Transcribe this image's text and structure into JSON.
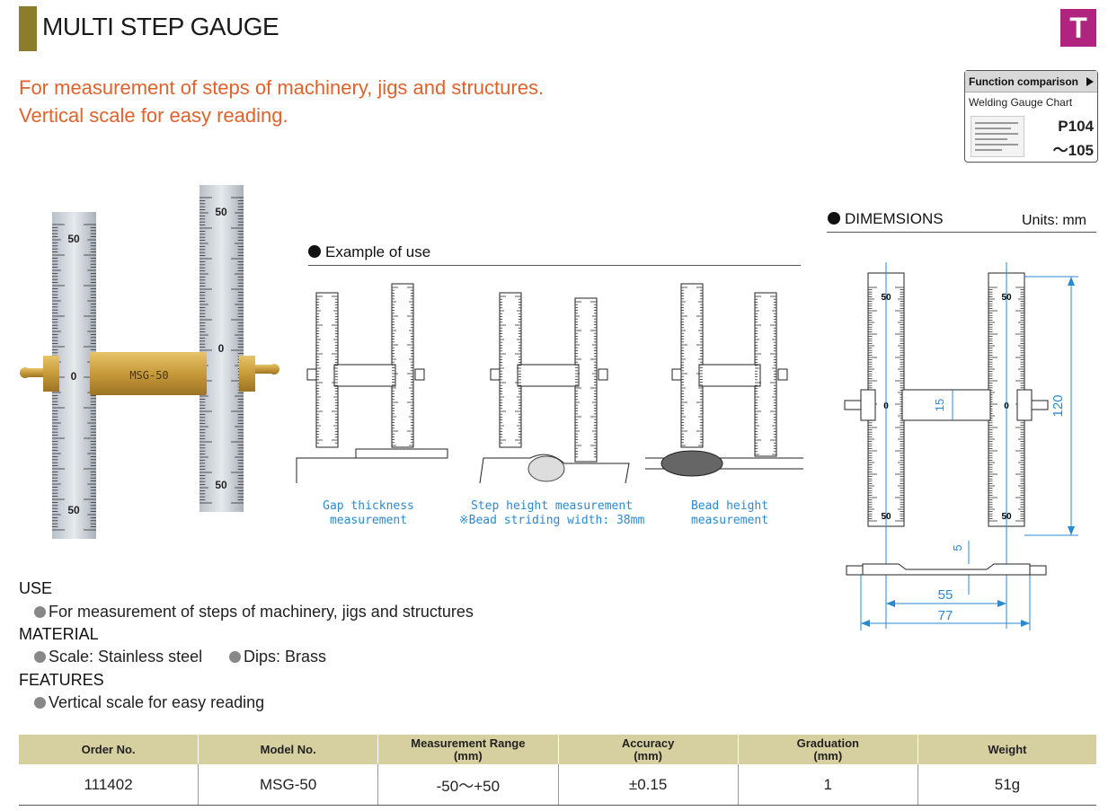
{
  "header": {
    "title": "MULTI STEP GAUGE",
    "category_badge": "T",
    "tagline_1": "For measurement of steps of machinery, jigs and structures.",
    "tagline_2": "Vertical scale for easy reading."
  },
  "function_comparison": {
    "heading": "Function comparison",
    "subtitle": "Welding Gauge Chart",
    "page_1": "P104",
    "page_2": "～105"
  },
  "photo": {
    "left_top_number": "50",
    "left_zero": "0",
    "left_bottom_number": "50",
    "right_top_number": "50",
    "right_zero": "0",
    "right_bottom_number": "50",
    "model_engraving": "MSG-50"
  },
  "example_of_use": {
    "heading": "Example of use",
    "captions": [
      {
        "line1": "Gap thickness",
        "line2": "measurement"
      },
      {
        "line1": "Step height measurement",
        "line2": "※Bead striding width: 38mm"
      },
      {
        "line1": "Bead height",
        "line2": "measurement"
      }
    ]
  },
  "dimensions": {
    "heading": "DIMEMSIONS",
    "units": "Units: mm",
    "height_label": "120",
    "span_label": "15",
    "step_label": "5",
    "inner_width_label": "55",
    "outer_width_label": "77",
    "scale_top": "50",
    "scale_zero": "0",
    "scale_bottom": "50"
  },
  "specs": {
    "use_heading": "USE",
    "use_item": "For measurement of steps of machinery, jigs and structures",
    "material_heading": "MATERIAL",
    "material_item_1": "Scale: Stainless steel",
    "material_item_2": "Dips: Brass",
    "features_heading": "FEATURES",
    "features_item": "Vertical scale for easy reading"
  },
  "table": {
    "headers": [
      {
        "line1": "Order No.",
        "line2": ""
      },
      {
        "line1": "Model No.",
        "line2": ""
      },
      {
        "line1": "Measurement Range",
        "line2": "(mm)"
      },
      {
        "line1": "Accuracy",
        "line2": "(mm)"
      },
      {
        "line1": "Graduation",
        "line2": "(mm)"
      },
      {
        "line1": "Weight",
        "line2": ""
      }
    ],
    "rows": [
      [
        "111402",
        "MSG-50",
        "-50～+50",
        "±0.15",
        "1",
        "51g"
      ]
    ]
  },
  "colors": {
    "title_bar": "#8b7d2a",
    "badge": "#b0237f",
    "tagline": "#e0622c",
    "caption": "#2a8ad0",
    "table_header": "#d6cfa0"
  }
}
